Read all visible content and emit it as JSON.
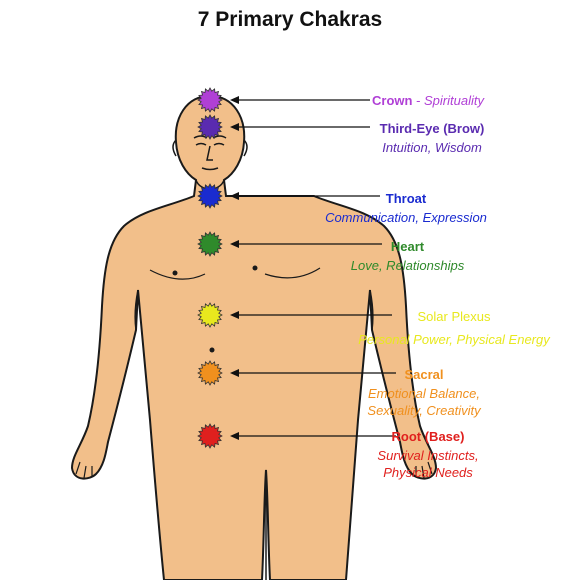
{
  "title": "7 Primary Chakras",
  "chakras": [
    {
      "name": "Crown",
      "separator": " - ",
      "meaning": "Spirituality",
      "color": "#b03fd6",
      "meaning_lines": []
    },
    {
      "name": "Third-Eye (Brow)",
      "meaning_lines": [
        "Intuition, Wisdom"
      ],
      "color": "#5a2bb0"
    },
    {
      "name": "Throat",
      "meaning_lines": [
        "Communication, Expression"
      ],
      "color": "#1a2bd0"
    },
    {
      "name": "Heart",
      "meaning_lines": [
        "Love, Relationships"
      ],
      "color": "#2f8a2b"
    },
    {
      "name": "Solar Plexus",
      "meaning_lines": [
        "Personal Power, Physical Energy"
      ],
      "color": "#e8e81e"
    },
    {
      "name": "Sacral",
      "meaning_lines": [
        "Emotional Balance,",
        "Sexuality, Creativity"
      ],
      "color": "#f0901e"
    },
    {
      "name": "Root (Base)",
      "meaning_lines": [
        "Survival Instincts,",
        "Physical Needs"
      ],
      "color": "#e0201e"
    }
  ],
  "colors": {
    "skin": "#f2bf8a",
    "outline": "#1a1a1a",
    "arrow": "#111111"
  }
}
